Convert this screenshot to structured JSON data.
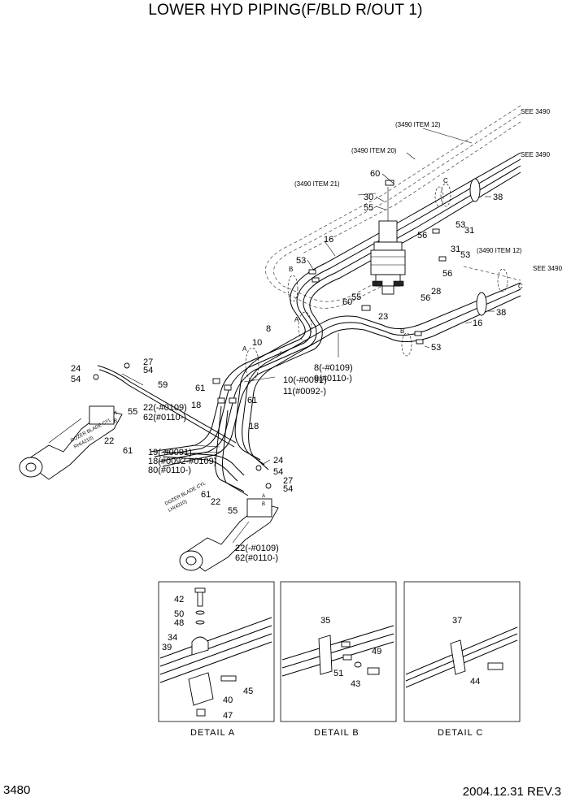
{
  "title": "LOWER HYD PIPING(F/BLD R/OUT 1)",
  "page_number": "3480",
  "date_rev": "2004.12.31  REV.3",
  "refs": {
    "see_top": "SEE 3490",
    "see_mid": "SEE 3490",
    "see_right": "SEE 3490",
    "item12_top": "(3490 ITEM 12)",
    "item20": "(3490 ITEM 20)",
    "item21": "(3490 ITEM 21)",
    "item12_right": "(3490 ITEM 12)"
  },
  "cyl_labels": {
    "rh_line1": "DOZER BLADE CYL",
    "rh_line2": "RH(4210)",
    "lh_line1": "DOZER BLADE CYL",
    "lh_line2": "LH(4210)"
  },
  "markers": {
    "a": "A",
    "b": "B",
    "c": "C"
  },
  "callouts": {
    "c60_top": "60",
    "c30": "30",
    "c55_top": "55",
    "c16_top": "16",
    "c53_top": "53",
    "c56_a": "56",
    "c53_b": "53",
    "c31_a": "31",
    "c31_b": "31",
    "c53_c": "53",
    "c56_b": "56",
    "c28": "28",
    "c56_c": "56",
    "c55_mid": "55",
    "c60_mid": "60",
    "c23": "23",
    "c38_top": "38",
    "c38_bot": "38",
    "c16_right": "16",
    "c53_right": "53",
    "c8": "8",
    "c10": "10",
    "c10_range": "10(-#0091)",
    "c11_range": "11(#0092-)",
    "c8_range": "8(-#0109)",
    "c9_range": "9(#0110-)",
    "c24_left": "24",
    "c54_left": "54",
    "c27_top": "27",
    "c54_top": "54",
    "c59": "59",
    "c22_range_a": "22(-#0109)",
    "c62_range_a": "62(#0110-)",
    "c61_a": "61",
    "c18_a": "18",
    "c61_b": "61",
    "c18_b": "18",
    "c55_left": "55",
    "c22_left": "22",
    "c61_left": "61",
    "c19_range": "19(-#0091)",
    "c18_range": "18(#0092-#0109)",
    "c80_range": "80(#0110-)",
    "c24_mid": "24",
    "c54_mid": "54",
    "c27_mid": "27",
    "c54_mid2": "54",
    "c61_low": "61",
    "c22_low": "22",
    "c55_low": "55",
    "c22_range_b": "22(-#0109)",
    "c62_range_b": "62(#0110-)",
    "da_42": "42",
    "da_50": "50",
    "da_48": "48",
    "da_34": "34",
    "da_39": "39",
    "da_45": "45",
    "da_40": "40",
    "da_47": "47",
    "db_35": "35",
    "db_49": "49",
    "db_51": "51",
    "db_43": "43",
    "dc_37": "37",
    "dc_44": "44"
  },
  "details": {
    "a": "DETAIL  A",
    "b": "DETAIL  B",
    "c": "DETAIL  C"
  }
}
